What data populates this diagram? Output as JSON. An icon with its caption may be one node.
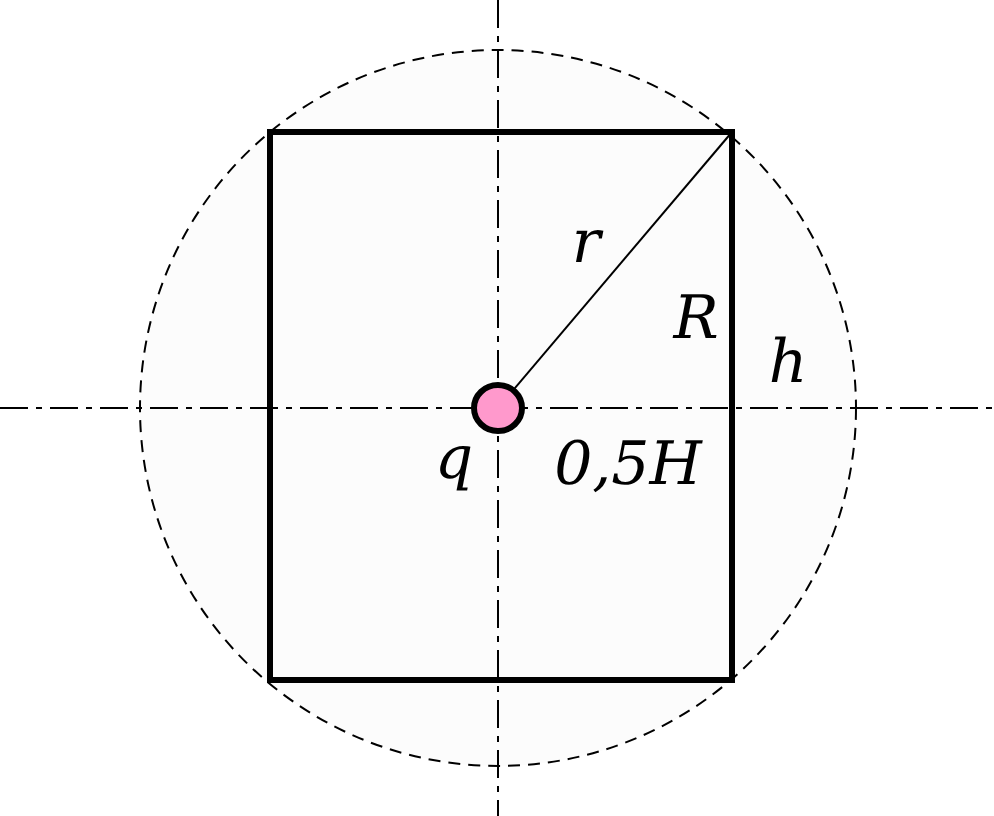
{
  "diagram": {
    "labels": [
      "r",
      "R",
      "h",
      "q",
      "0,5H"
    ]
  }
}
